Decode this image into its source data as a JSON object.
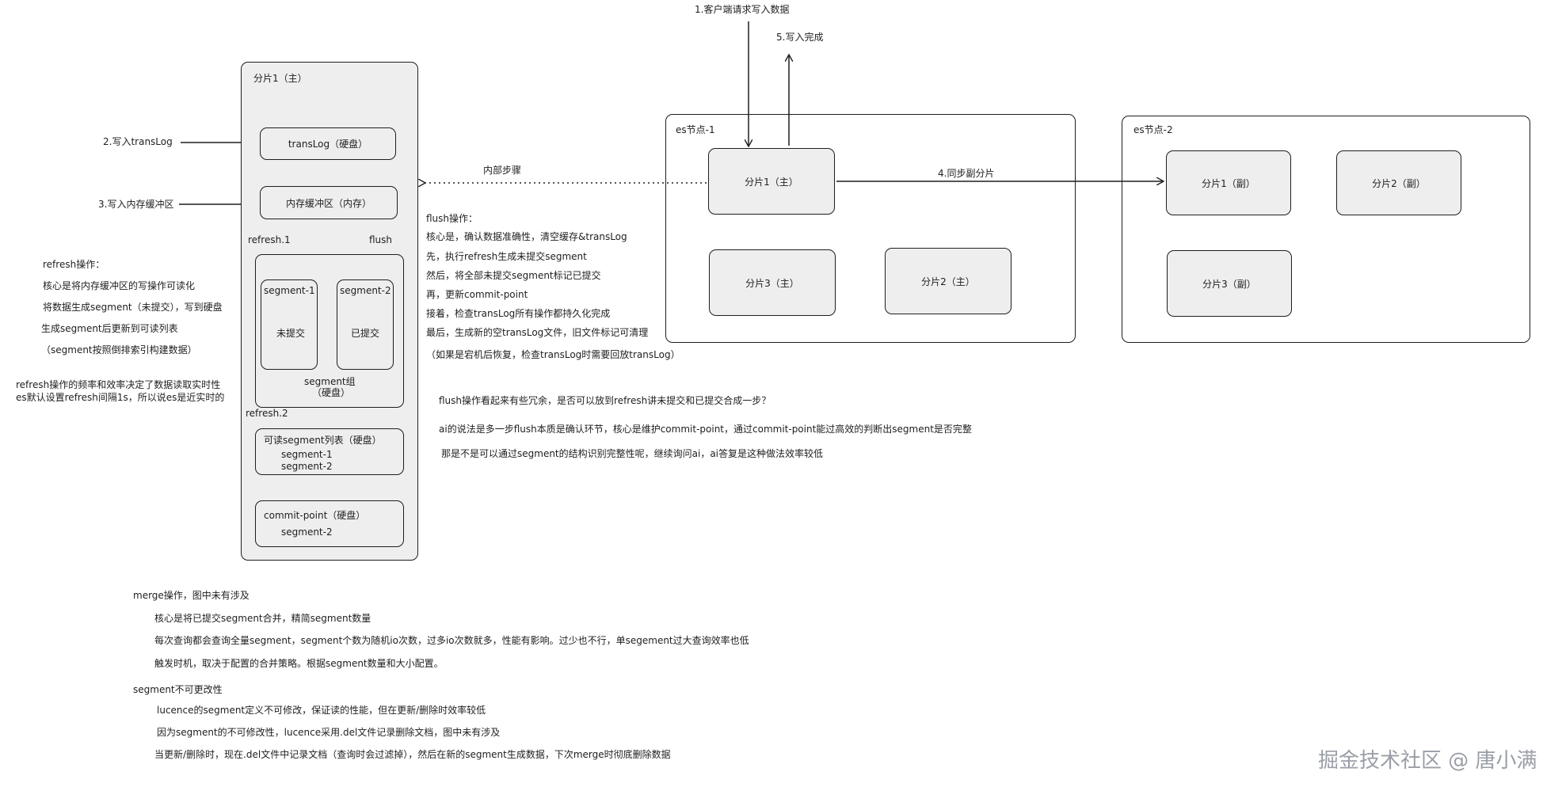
{
  "left": {
    "shard_label": "分片1（主）",
    "translog_box": "transLog（硬盘）",
    "membuf_box": "内存缓冲区（内存）",
    "arrow_write_translog": "2.写入transLog",
    "arrow_write_buffer": "3.写入内存缓冲区",
    "refresh1": "refresh.1",
    "flush": "flush",
    "seg1_title": "segment-1",
    "seg1_status": "未提交",
    "seg2_title": "segment-2",
    "seg2_status": "已提交",
    "seg_group": [
      "segment组",
      "（硬盘）"
    ],
    "refresh2": "refresh.2",
    "readable_title": "可读segment列表（硬盘）",
    "readable_items": [
      "segment-1",
      "segment-2"
    ],
    "commit_title": "commit-point（硬盘）",
    "commit_item": "segment-2"
  },
  "refresh_notes": {
    "lines": [
      "refresh操作：",
      "核心是将内存缓冲区的写操作可读化",
      "将数据生成segment（未提交），写到硬盘",
      "生成segment后更新到可读列表",
      "（segment按照倒排索引构建数据）"
    ],
    "freq_lines": [
      "refresh操作的频率和效率决定了数据读取实时性",
      "es默认设置refresh间隔1s，所以说es是近实时的"
    ]
  },
  "middle": {
    "internal_steps": "内部步骤",
    "flush_notes": [
      "flush操作：",
      "核心是，确认数据准确性，清空缓存&transLog",
      "先，执行refresh生成未提交segment",
      "然后，将全部未提交segment标记已提交",
      "再，更新commit-point",
      "接着，检查transLog所有操作都持久化完成",
      "最后，生成新的空transLog文件，旧文件标记可清理",
      "（如果是宕机后恢复，检查transLog时需要回放transLog）"
    ],
    "questions": [
      "flush操作看起来有些冗余，是否可以放到refresh讲未提交和已提交合成一步？",
      "ai的说法是多一步flush本质是确认环节，核心是维护commit-point，通过commit-point能过高效的判断出segment是否完整",
      "那是不是可以通过segment的结构识别完整性呢，继续询问ai，ai答复是这种做法效率较低"
    ]
  },
  "top": {
    "client_request": "1.客户端请求写入数据",
    "write_done": "5.写入完成",
    "sync_replica": "4.同步副分片"
  },
  "node1": {
    "label": "es节点-1",
    "shards": [
      "分片1（主）",
      "分片3（主）",
      "分片2（主）"
    ]
  },
  "node2": {
    "label": "es节点-2",
    "shards": [
      "分片1（副）",
      "分片2（副）",
      "分片3（副）"
    ]
  },
  "bottom": {
    "merge_lines": [
      "merge操作，图中未有涉及",
      "核心是将已提交segment合并，精简segment数量",
      "每次查询都会查询全量segment，segment个数为随机io次数，过多io次数就多，性能有影响。过少也不行，单segement过大查询效率也低",
      "触发时机，取决于配置的合并策略。根据segment数量和大小配置。"
    ],
    "immutable_lines": [
      "segment不可更改性",
      "lucence的segment定义不可修改，保证读的性能，但在更新/删除时效率较低",
      "因为segment的不可修改性，lucence采用.del文件记录删除文档，图中未有涉及",
      "当更新/删除时，现在.del文件中记录文档（查询时会过滤掉），然后在新的segment生成数据，下次merge时彻底删除数据"
    ]
  },
  "watermark": "掘金技术社区 @ 唐小满"
}
